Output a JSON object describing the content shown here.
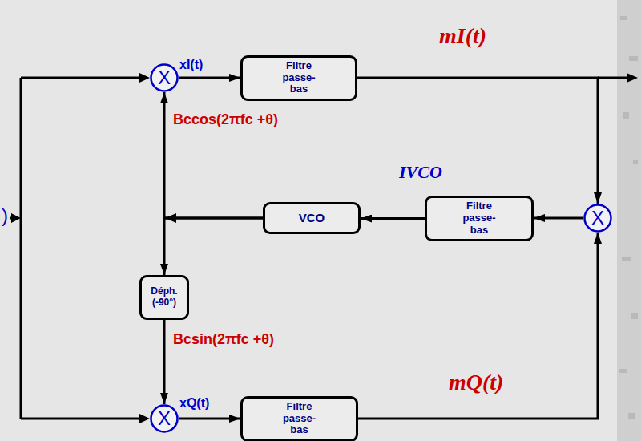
{
  "diagram": {
    "nodes": [
      {
        "text": [
          "X"
        ]
      },
      {
        "text": [
          "Filtre passe-bas"
        ]
      },
      {
        "text": [
          "VCO"
        ]
      },
      {
        "text": [
          "Filtre passe-bas"
        ]
      },
      {
        "text": [
          "X"
        ]
      },
      {
        "text": [
          "Déph. (-90°)"
        ]
      },
      {
        "text": [
          "X"
        ]
      },
      {
        "text": [
          "Filtre passe-bas"
        ]
      }
    ],
    "edges": [
      {
        "from": 0,
        "to": 1,
        "arrow": "to",
        "label": "xI(t)"
      },
      {
        "from": 1,
        "to": 4,
        "arrow": "to"
      },
      {
        "from": 4,
        "to": 3,
        "arrow": "to"
      },
      {
        "from": 3,
        "to": 2,
        "arrow": "to",
        "label": "IVCO"
      },
      {
        "from": 2,
        "to": 0,
        "arrow": "to",
        "label": "Bccos(2πfc +θ)"
      },
      {
        "from": 2,
        "to": 5,
        "arrow": "to"
      },
      {
        "from": 5,
        "to": 6,
        "arrow": "to",
        "label": "Bcsin(2πfc +θ)"
      },
      {
        "from": 6,
        "to": 7,
        "arrow": "to",
        "label": "xQ(t)"
      },
      {
        "from": 7,
        "to": 4,
        "arrow": "to"
      }
    ],
    "labels": [
      ")",
      "mI(t)",
      "mQ(t)"
    ]
  }
}
